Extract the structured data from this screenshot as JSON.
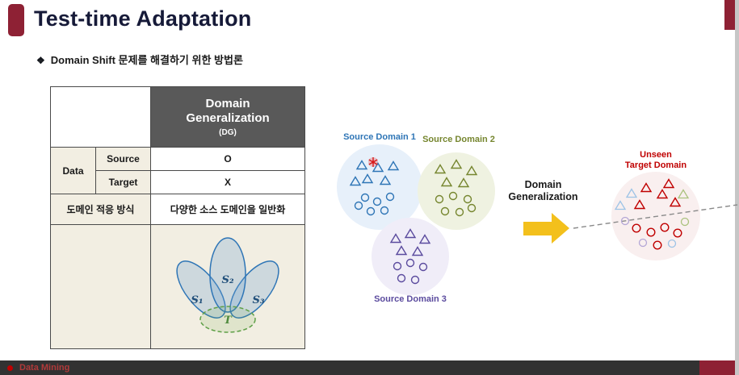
{
  "slide": {
    "title": "Test-time Adaptation",
    "bullet_icon": "❖",
    "bullet_text": "Domain Shift 문제를 해결하기 위한 방법론",
    "footer_label": "Data Mining"
  },
  "table": {
    "header_line1": "Domain",
    "header_line2": "Generalization",
    "header_sub": "(DG)",
    "data_label": "Data",
    "source_label": "Source",
    "source_value": "O",
    "target_label": "Target",
    "target_value": "X",
    "method_label": "도메인 적응 방식",
    "method_value": "다양한 소스 도메인을 일반화",
    "venn": {
      "s1": "S₁",
      "s2": "S₂",
      "s3": "S₃",
      "t": "T"
    }
  },
  "diagram": {
    "source1_label": "Source Domain 1",
    "source2_label": "Source Domain 2",
    "source3_label": "Source Domain 3",
    "arrow_line1": "Domain",
    "arrow_line2": "Generalization",
    "target_line1": "Unseen",
    "target_line2": "Target Domain"
  },
  "colors": {
    "accent_maroon": "#8E2134",
    "header_gray": "#595959",
    "cell_beige": "#F2EEE2",
    "source1_blue": "#2E75B6",
    "source2_olive": "#76862F",
    "source3_purple": "#5B4B9E",
    "target_red": "#C00000",
    "arrow_yellow": "#F3C01C"
  }
}
